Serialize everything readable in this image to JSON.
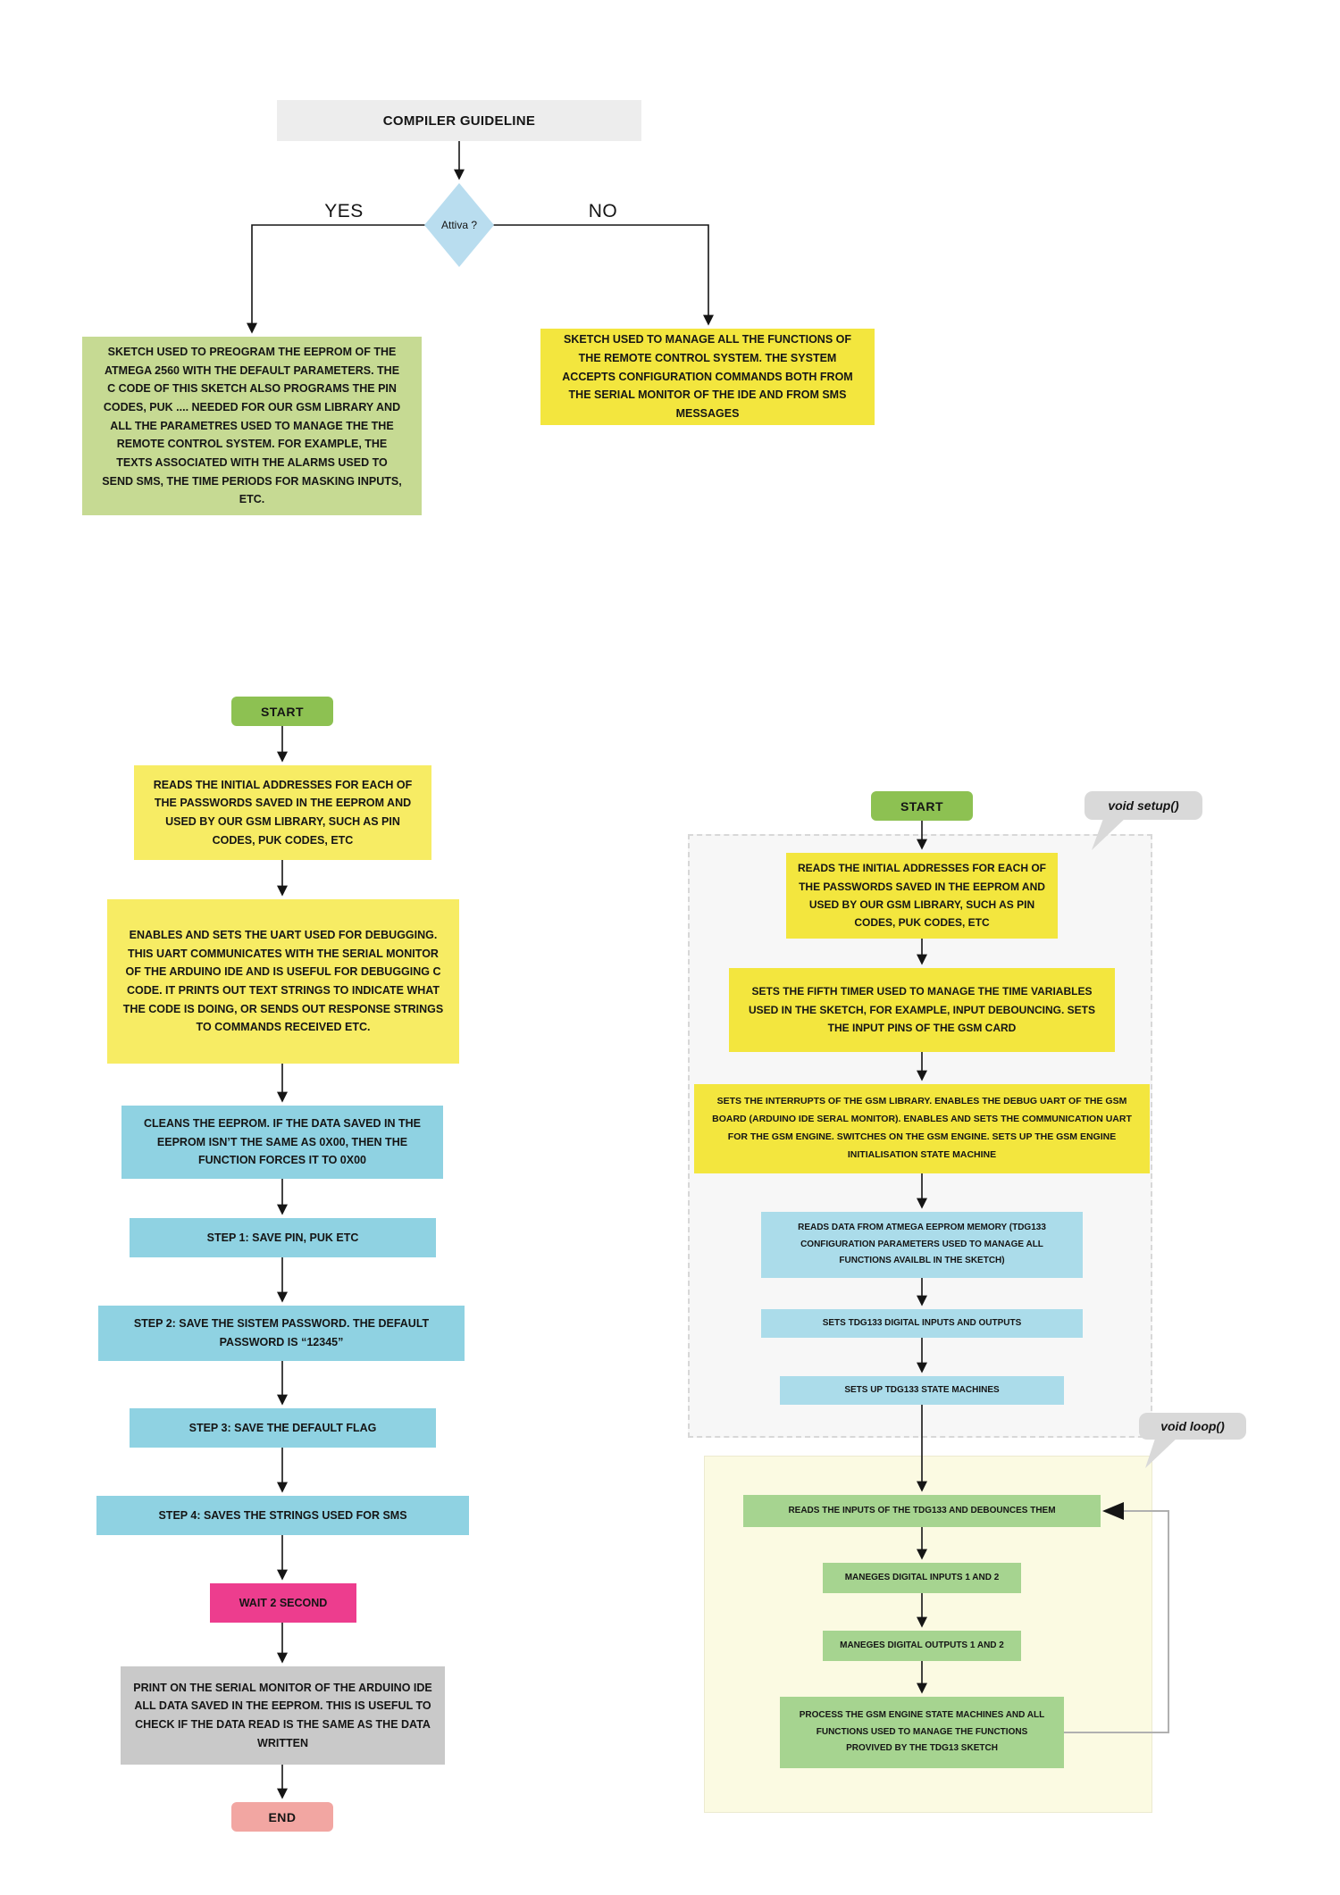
{
  "colors": {
    "title_bg": "#ededed",
    "diamond_blue": "#b9ddef",
    "yes_green_box": "#c6da93",
    "yellow_box": "#f3e63e",
    "yellow_left_box": "#f7ec64",
    "blue_box": "#8fd2e2",
    "blue_light_box": "#abdcea",
    "pink_box": "#ed3d8e",
    "gray_box": "#c9c9c9",
    "start_green": "#8dc152",
    "end_salmon": "#f2a6a2",
    "loop_green_box": "#a6d490",
    "setup_panel_bg": "#f7f7f7",
    "loop_panel_bg": "#fbfae2",
    "callout_bg": "#d9d9d9"
  },
  "top": {
    "title": "COMPILER GUIDELINE",
    "decision_label": "Attiva ?",
    "yes_label": "YES",
    "no_label": "NO",
    "yes_box": "SKETCH USED TO PREOGRAM THE EEPROM OF THE ATMEGA 2560 WITH THE DEFAULT PARAMETERS. THE C CODE OF THIS SKETCH ALSO PROGRAMS THE PIN CODES, PUK .... NEEDED FOR OUR GSM LIBRARY AND ALL THE PARAMETRES USED TO MANAGE THE THE REMOTE CONTROL SYSTEM. FOR EXAMPLE, THE TEXTS ASSOCIATED WITH THE ALARMS USED TO SEND SMS, THE TIME PERIODS FOR MASKING INPUTS, ETC.",
    "no_box": "SKETCH USED TO MANAGE ALL THE FUNCTIONS OF THE REMOTE CONTROL SYSTEM. THE SYSTEM ACCEPTS CONFIGURATION COMMANDS BOTH FROM THE SERIAL MONITOR OF THE IDE AND FROM SMS MESSAGES"
  },
  "left_flow": {
    "start_label": "START",
    "end_label": "END",
    "steps": [
      {
        "text": "READS THE INITIAL ADDRESSES FOR EACH OF THE PASSWORDS SAVED IN THE EEPROM AND USED BY OUR GSM LIBRARY, SUCH AS PIN CODES, PUK CODES, ETC"
      },
      {
        "text": "ENABLES AND SETS THE UART USED FOR DEBUGGING. THIS UART COMMUNICATES WITH THE SERIAL MONITOR OF THE ARDUINO IDE AND IS USEFUL FOR DEBUGGING C CODE. IT PRINTS OUT TEXT STRINGS TO INDICATE WHAT THE CODE IS DOING, OR SENDS OUT RESPONSE STRINGS TO COMMANDS RECEIVED ETC."
      },
      {
        "text": "CLEANS THE EEPROM. IF THE DATA SAVED IN THE EEPROM ISN’T THE SAME AS 0X00, THEN THE FUNCTION FORCES IT TO 0X00"
      },
      {
        "text": "STEP 1: SAVE PIN, PUK ETC"
      },
      {
        "text": "STEP 2: SAVE THE SISTEM PASSWORD. THE DEFAULT PASSWORD IS “12345”"
      },
      {
        "text": "STEP 3: SAVE THE DEFAULT FLAG"
      },
      {
        "text": "STEP 4: SAVES THE STRINGS USED FOR SMS"
      },
      {
        "text": "WAIT 2 SECOND"
      },
      {
        "text": "PRINT ON THE SERIAL MONITOR OF THE ARDUINO IDE ALL DATA SAVED IN THE EEPROM. THIS IS USEFUL TO CHECK IF THE DATA READ IS THE SAME AS THE DATA WRITTEN"
      }
    ]
  },
  "right_flow": {
    "start_label": "START",
    "setup_callout": "void setup()",
    "loop_callout": "void loop()",
    "setup_steps": [
      {
        "text": "READS THE INITIAL ADDRESSES FOR EACH OF THE PASSWORDS SAVED IN THE EEPROM AND USED BY OUR GSM LIBRARY, SUCH AS PIN CODES, PUK CODES, ETC"
      },
      {
        "text": "SETS THE FIFTH TIMER USED TO MANAGE THE TIME VARIABLES USED IN THE SKETCH, FOR EXAMPLE, INPUT DEBOUNCING. SETS THE INPUT PINS OF THE GSM CARD"
      },
      {
        "text": "SETS THE INTERRUPTS OF THE GSM LIBRARY. ENABLES THE DEBUG UART OF THE GSM BOARD (ARDUINO IDE SERAL MONITOR). ENABLES AND SETS THE COMMUNICATION UART FOR THE GSM ENGINE. SWITCHES ON THE GSM ENGINE. SETS UP THE GSM ENGINE INITIALISATION STATE MACHINE"
      },
      {
        "text": "READS DATA FROM ATMEGA EEPROM MEMORY (TDG133 CONFIGURATION PARAMETERS USED TO MANAGE ALL FUNCTIONS AVAILBL IN THE SKETCH)"
      },
      {
        "text": "SETS TDG133 DIGITAL INPUTS AND OUTPUTS"
      },
      {
        "text": "SETS UP TDG133 STATE MACHINES"
      }
    ],
    "loop_steps": [
      {
        "text": "READS THE INPUTS OF THE TDG133 AND DEBOUNCES THEM"
      },
      {
        "text": "MANEGES DIGITAL INPUTS 1 AND 2"
      },
      {
        "text": "MANEGES DIGITAL OUTPUTS 1 AND 2"
      },
      {
        "text": "PROCESS THE GSM ENGINE STATE MACHINES AND ALL FUNCTIONS USED TO MANAGE THE FUNCTIONS PROVIVED BY THE TDG13 SKETCH"
      }
    ]
  }
}
